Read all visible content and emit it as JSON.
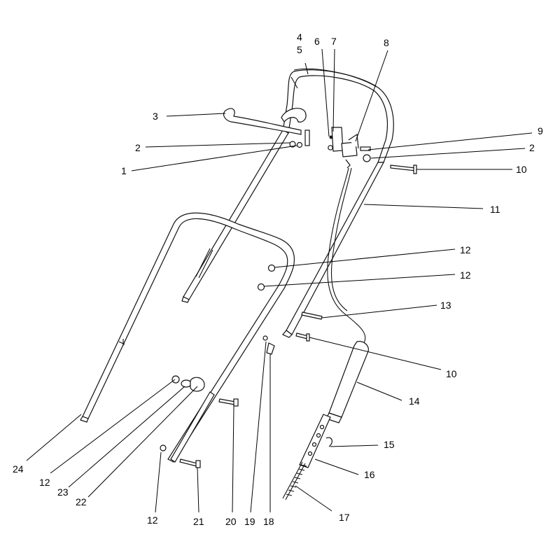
{
  "diagram": {
    "callouts": [
      {
        "id": "c4",
        "text": "4"
      },
      {
        "id": "c5",
        "text": "5"
      },
      {
        "id": "c6",
        "text": "6"
      },
      {
        "id": "c7",
        "text": "7"
      },
      {
        "id": "c8",
        "text": "8"
      },
      {
        "id": "c3",
        "text": "3"
      },
      {
        "id": "c9",
        "text": "9"
      },
      {
        "id": "c2a",
        "text": "2"
      },
      {
        "id": "c2b",
        "text": "2"
      },
      {
        "id": "c1",
        "text": "1"
      },
      {
        "id": "c10a",
        "text": "10"
      },
      {
        "id": "c11",
        "text": "11"
      },
      {
        "id": "c12a",
        "text": "12"
      },
      {
        "id": "c12b",
        "text": "12"
      },
      {
        "id": "c13",
        "text": "13"
      },
      {
        "id": "c10b",
        "text": "10"
      },
      {
        "id": "c14",
        "text": "14"
      },
      {
        "id": "c15",
        "text": "15"
      },
      {
        "id": "c16",
        "text": "16"
      },
      {
        "id": "c17",
        "text": "17"
      },
      {
        "id": "c24",
        "text": "24"
      },
      {
        "id": "c12c",
        "text": "12"
      },
      {
        "id": "c23",
        "text": "23"
      },
      {
        "id": "c22",
        "text": "22"
      },
      {
        "id": "c12d",
        "text": "12"
      },
      {
        "id": "c21",
        "text": "21"
      },
      {
        "id": "c20",
        "text": "20"
      },
      {
        "id": "c19",
        "text": "19"
      },
      {
        "id": "c18",
        "text": "18"
      }
    ]
  }
}
